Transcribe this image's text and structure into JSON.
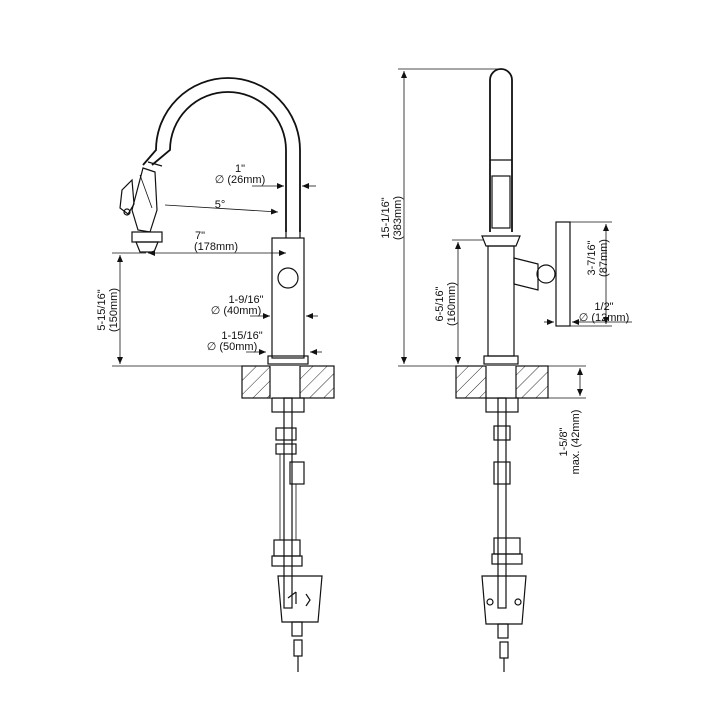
{
  "front_view": {
    "spout_diameter": {
      "inch": "1\"",
      "mm": "∅ (26mm)"
    },
    "spray_angle": {
      "value": "5°"
    },
    "spout_reach": {
      "inch": "7\"",
      "mm": "(178mm)"
    },
    "body_diameter": {
      "inch": "1-9/16\"",
      "mm": "∅ (40mm)"
    },
    "base_diameter": {
      "inch": "1-15/16\"",
      "mm": "∅ (50mm)"
    },
    "aerator_height": {
      "inch": "5-15/16\"",
      "mm": "(150mm)"
    }
  },
  "side_view": {
    "overall_height": {
      "inch": "15-1/16\"",
      "mm": "(383mm)"
    },
    "body_height": {
      "inch": "6-5/16\"",
      "mm": "(160mm)"
    },
    "handle_height": {
      "inch": "3-7/16\"",
      "mm": "(87mm)"
    },
    "handle_diameter": {
      "inch": "1/2\"",
      "mm": "∅ (12mm)"
    },
    "deck_thickness": {
      "inch": "1-5/8\"",
      "mm": "max. (42mm)"
    }
  }
}
